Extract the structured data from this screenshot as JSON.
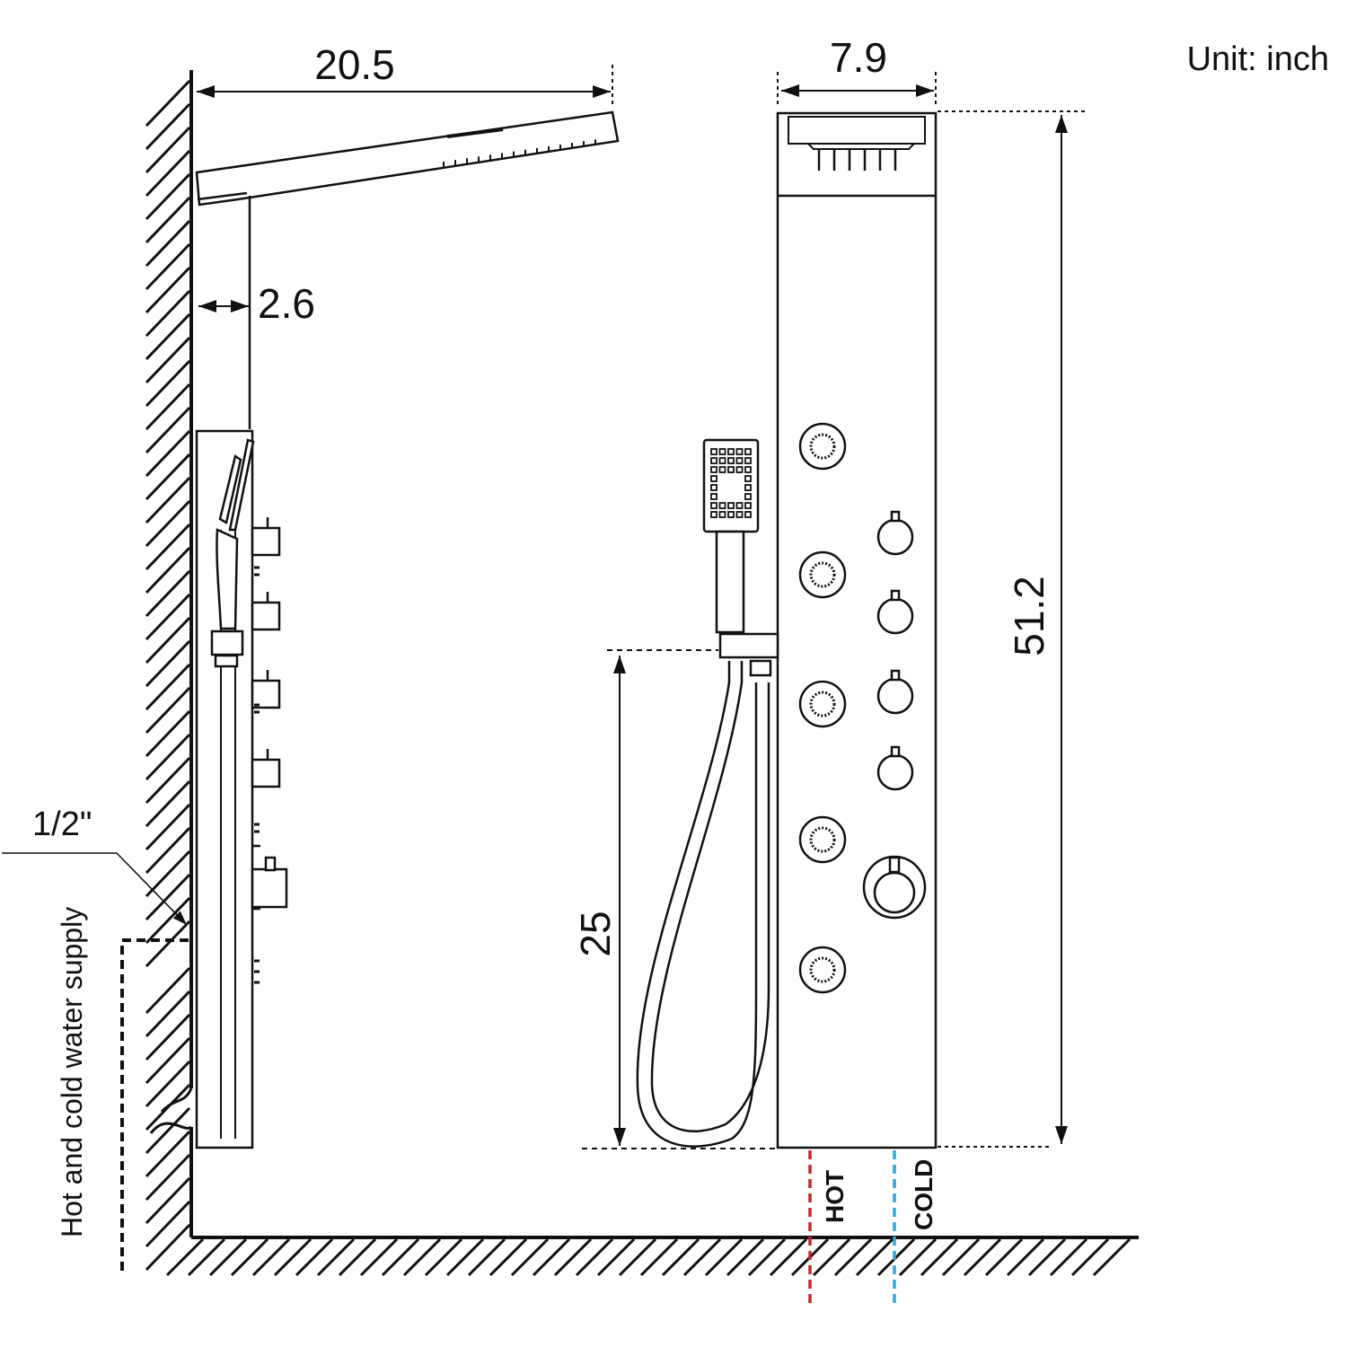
{
  "unit_label": "Unit: inch",
  "dimensions": {
    "shower_arm_length": "20.5",
    "panel_depth": "2.6",
    "panel_width": "7.9",
    "panel_height": "51.2",
    "hand_shower_holder_height": "25",
    "inlet_size": "1/2\""
  },
  "supply_label": "Hot and cold water supply",
  "inlets": {
    "hot": {
      "label": "HOT",
      "color": "#c0272d"
    },
    "cold": {
      "label": "COLD",
      "color": "#29a9e1"
    }
  },
  "colors": {
    "line": "#111111",
    "background": "#ffffff"
  },
  "icons": [
    "wall-hatching-icon",
    "floor-hatching-icon",
    "rain-shower-head-icon",
    "handheld-shower-icon",
    "body-jet-icon",
    "valve-knob-icon",
    "thermostat-knob-icon",
    "shower-hose-icon",
    "pipe-break-icon"
  ]
}
